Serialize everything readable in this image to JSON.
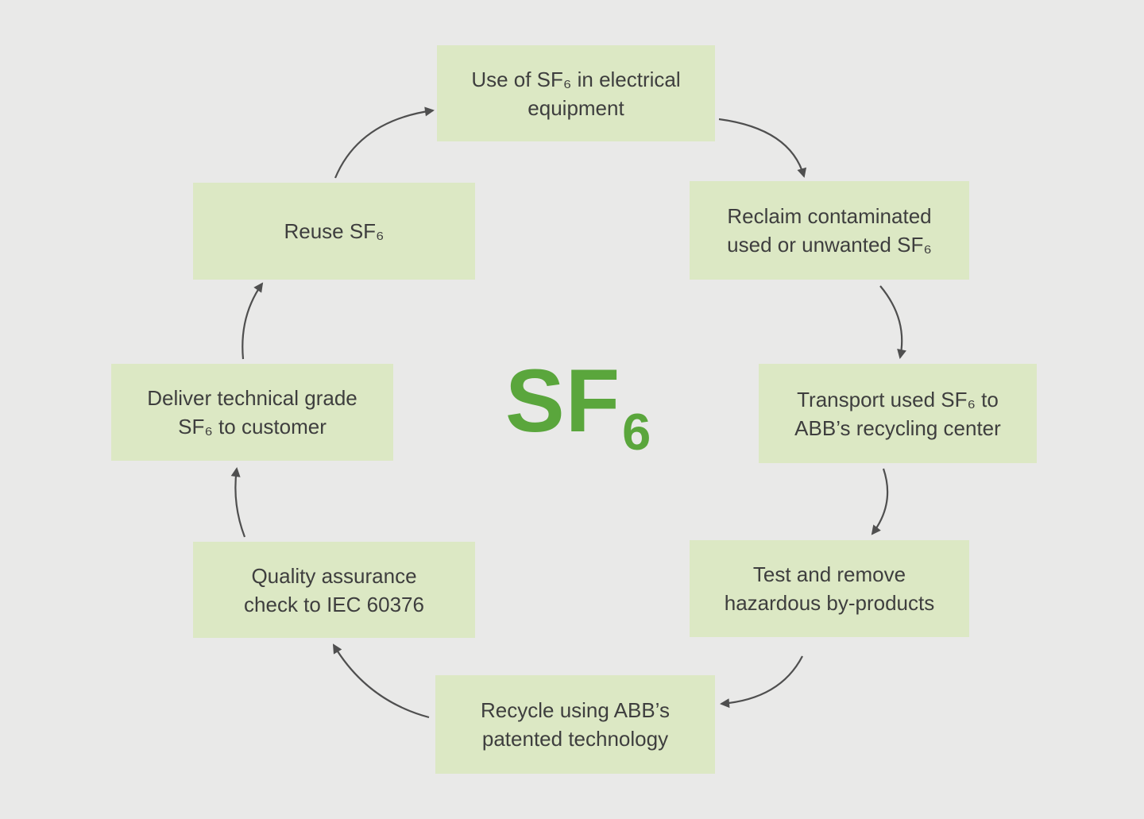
{
  "colors": {
    "background": "#e9e9e8",
    "box_fill": "#dce8c4",
    "box_text": "#3e3e3e",
    "green": "#5aa63c",
    "arrow": "#4f4f4f"
  },
  "center": {
    "text": "SF",
    "subscript": "6"
  },
  "steps": [
    {
      "name": "use-of-sf6",
      "lines": [
        "Use of SF₆ in electrical",
        "equipment"
      ]
    },
    {
      "name": "reclaim",
      "lines": [
        "Reclaim contaminated",
        "used or unwanted SF₆"
      ]
    },
    {
      "name": "transport",
      "lines": [
        "Transport used SF₆ to",
        "ABB’s recycling center"
      ]
    },
    {
      "name": "test-and-remove",
      "lines": [
        "Test and remove",
        "hazardous by-products"
      ]
    },
    {
      "name": "recycle",
      "lines": [
        "Recycle using ABB’s",
        "patented technology"
      ]
    },
    {
      "name": "quality-assurance",
      "lines": [
        "Quality assurance",
        "check to IEC 60376"
      ]
    },
    {
      "name": "deliver",
      "lines": [
        "Deliver technical grade",
        "SF₆ to customer"
      ]
    },
    {
      "name": "reuse",
      "lines": [
        "Reuse SF₆"
      ]
    }
  ]
}
